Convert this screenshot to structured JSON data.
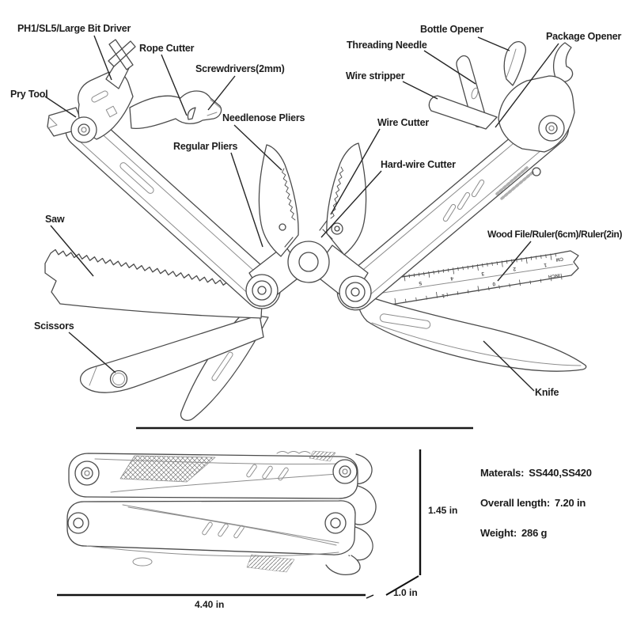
{
  "colors": {
    "ink": "#1d1d1d",
    "line": "#4b4b4b",
    "leader": "#262626"
  },
  "open_view": {
    "labels": {
      "bit_driver": "PH1/SL5/Large Bit Driver",
      "rope_cutter": "Rope Cutter",
      "screwdrivers": "Screwdrivers(2mm)",
      "pry_tool": "Pry Tool",
      "needlenose_pliers": "Needlenose Pliers",
      "regular_pliers": "Regular Pliers",
      "saw": "Saw",
      "scissors": "Scissors",
      "bottle_opener": "Bottle Opener",
      "package_opener": "Package Opener",
      "threading_needle": "Threading Needle",
      "wire_stripper": "Wire stripper",
      "wire_cutter": "Wire Cutter",
      "hard_wire_cutter": "Hard-wire Cutter",
      "wood_file_ruler": "Wood File/Ruler(6cm)/Ruler(2in)",
      "knife": "Knife"
    },
    "ruler_markings": {
      "cm_label": "CM",
      "inch_label": "INCH",
      "cm_numbers": [
        "5",
        "4",
        "3",
        "2",
        "1"
      ],
      "inch_numbers": [
        "1",
        "0"
      ]
    }
  },
  "closed_view": {
    "dimensions": {
      "length": "4.40 in",
      "height": "1.45 in",
      "thickness": "1.0 in"
    },
    "specs": [
      {
        "label": "Materals:",
        "value": "SS440,SS420"
      },
      {
        "label": "Overall length:",
        "value": "7.20 in"
      },
      {
        "label": "Weight:",
        "value": "286 g"
      }
    ]
  }
}
